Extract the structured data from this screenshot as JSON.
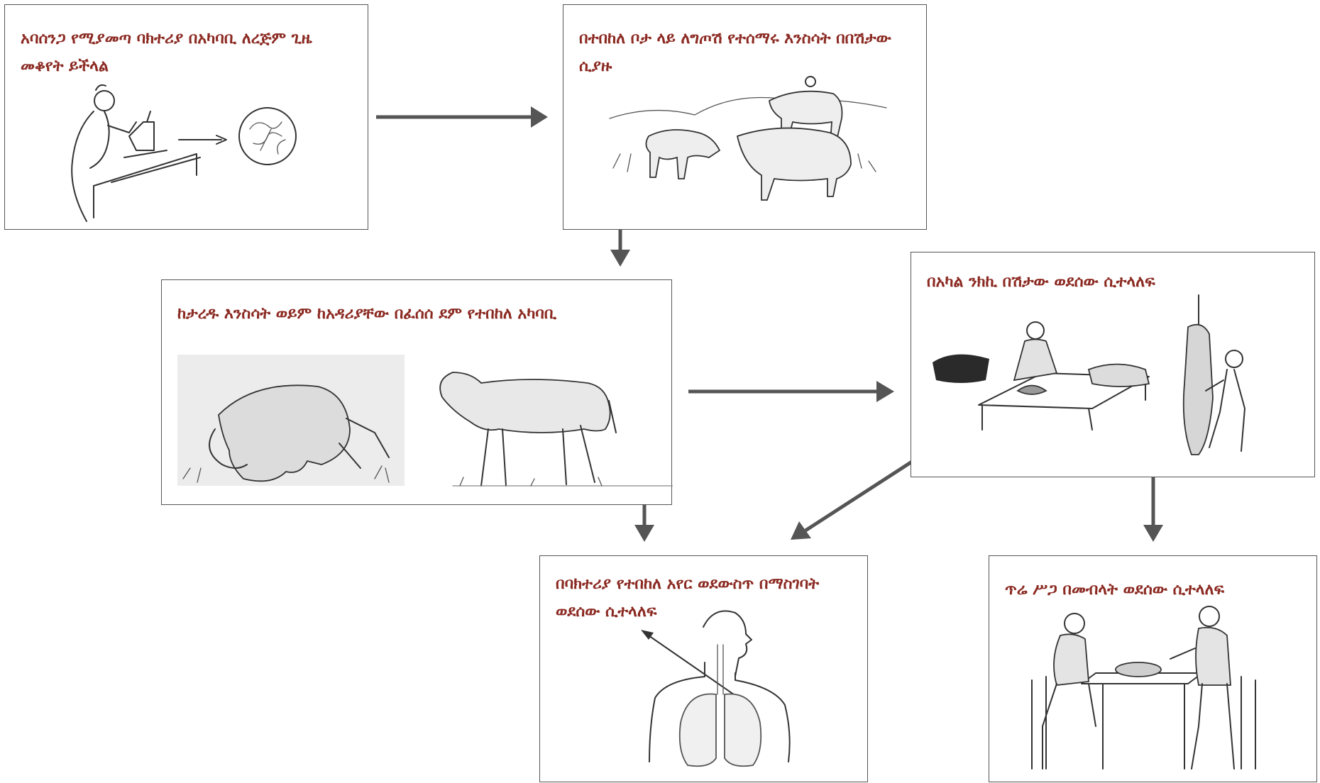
{
  "diagram": {
    "arrow_color": "#555555",
    "text_color": "#8b2a22",
    "nodes": [
      {
        "id": "bacteria-persist",
        "label": "አባሰንጋ የሚያመጣ ባክተሪያ በአካባቢ ለረጅም ጊዜ መቆየት ይችላል",
        "illustration": "scientist-microscope"
      },
      {
        "id": "grazing-animals",
        "label": "በተበከለ ቦታ ላይ ለግጦሽ የተሰማሩ እንስሳት በበሽታው ሲያዙ",
        "illustration": "grazing-livestock"
      },
      {
        "id": "dead-animals",
        "label": "ከታረዱ እንስሳት ወይም ከአዳሪያቸው በፈሰሰ ደም የተበከለ አካባቢ",
        "illustration": "dying-cow-and-sheep"
      },
      {
        "id": "contact",
        "label": "በአካል ንክኪ በሽታው ወደሰው ሲተላለፍ",
        "illustration": "butchering"
      },
      {
        "id": "inhalation",
        "label": "በባክተሪያ የተበከለ አየር ወደውስጥ በማስገባት ወደሰው ሲተላለፍ",
        "illustration": "human-lungs"
      },
      {
        "id": "ingestion",
        "label": "ጥሬ ሥጋ በመብላት ወደሰው ሲተላለፍ",
        "illustration": "people-eating"
      }
    ],
    "edges": [
      {
        "from": "bacteria-persist",
        "to": "grazing-animals"
      },
      {
        "from": "grazing-animals",
        "to": "dead-animals"
      },
      {
        "from": "dead-animals",
        "to": "contact"
      },
      {
        "from": "dead-animals",
        "to": "inhalation"
      },
      {
        "from": "contact",
        "to": "inhalation"
      },
      {
        "from": "contact",
        "to": "ingestion"
      }
    ]
  }
}
